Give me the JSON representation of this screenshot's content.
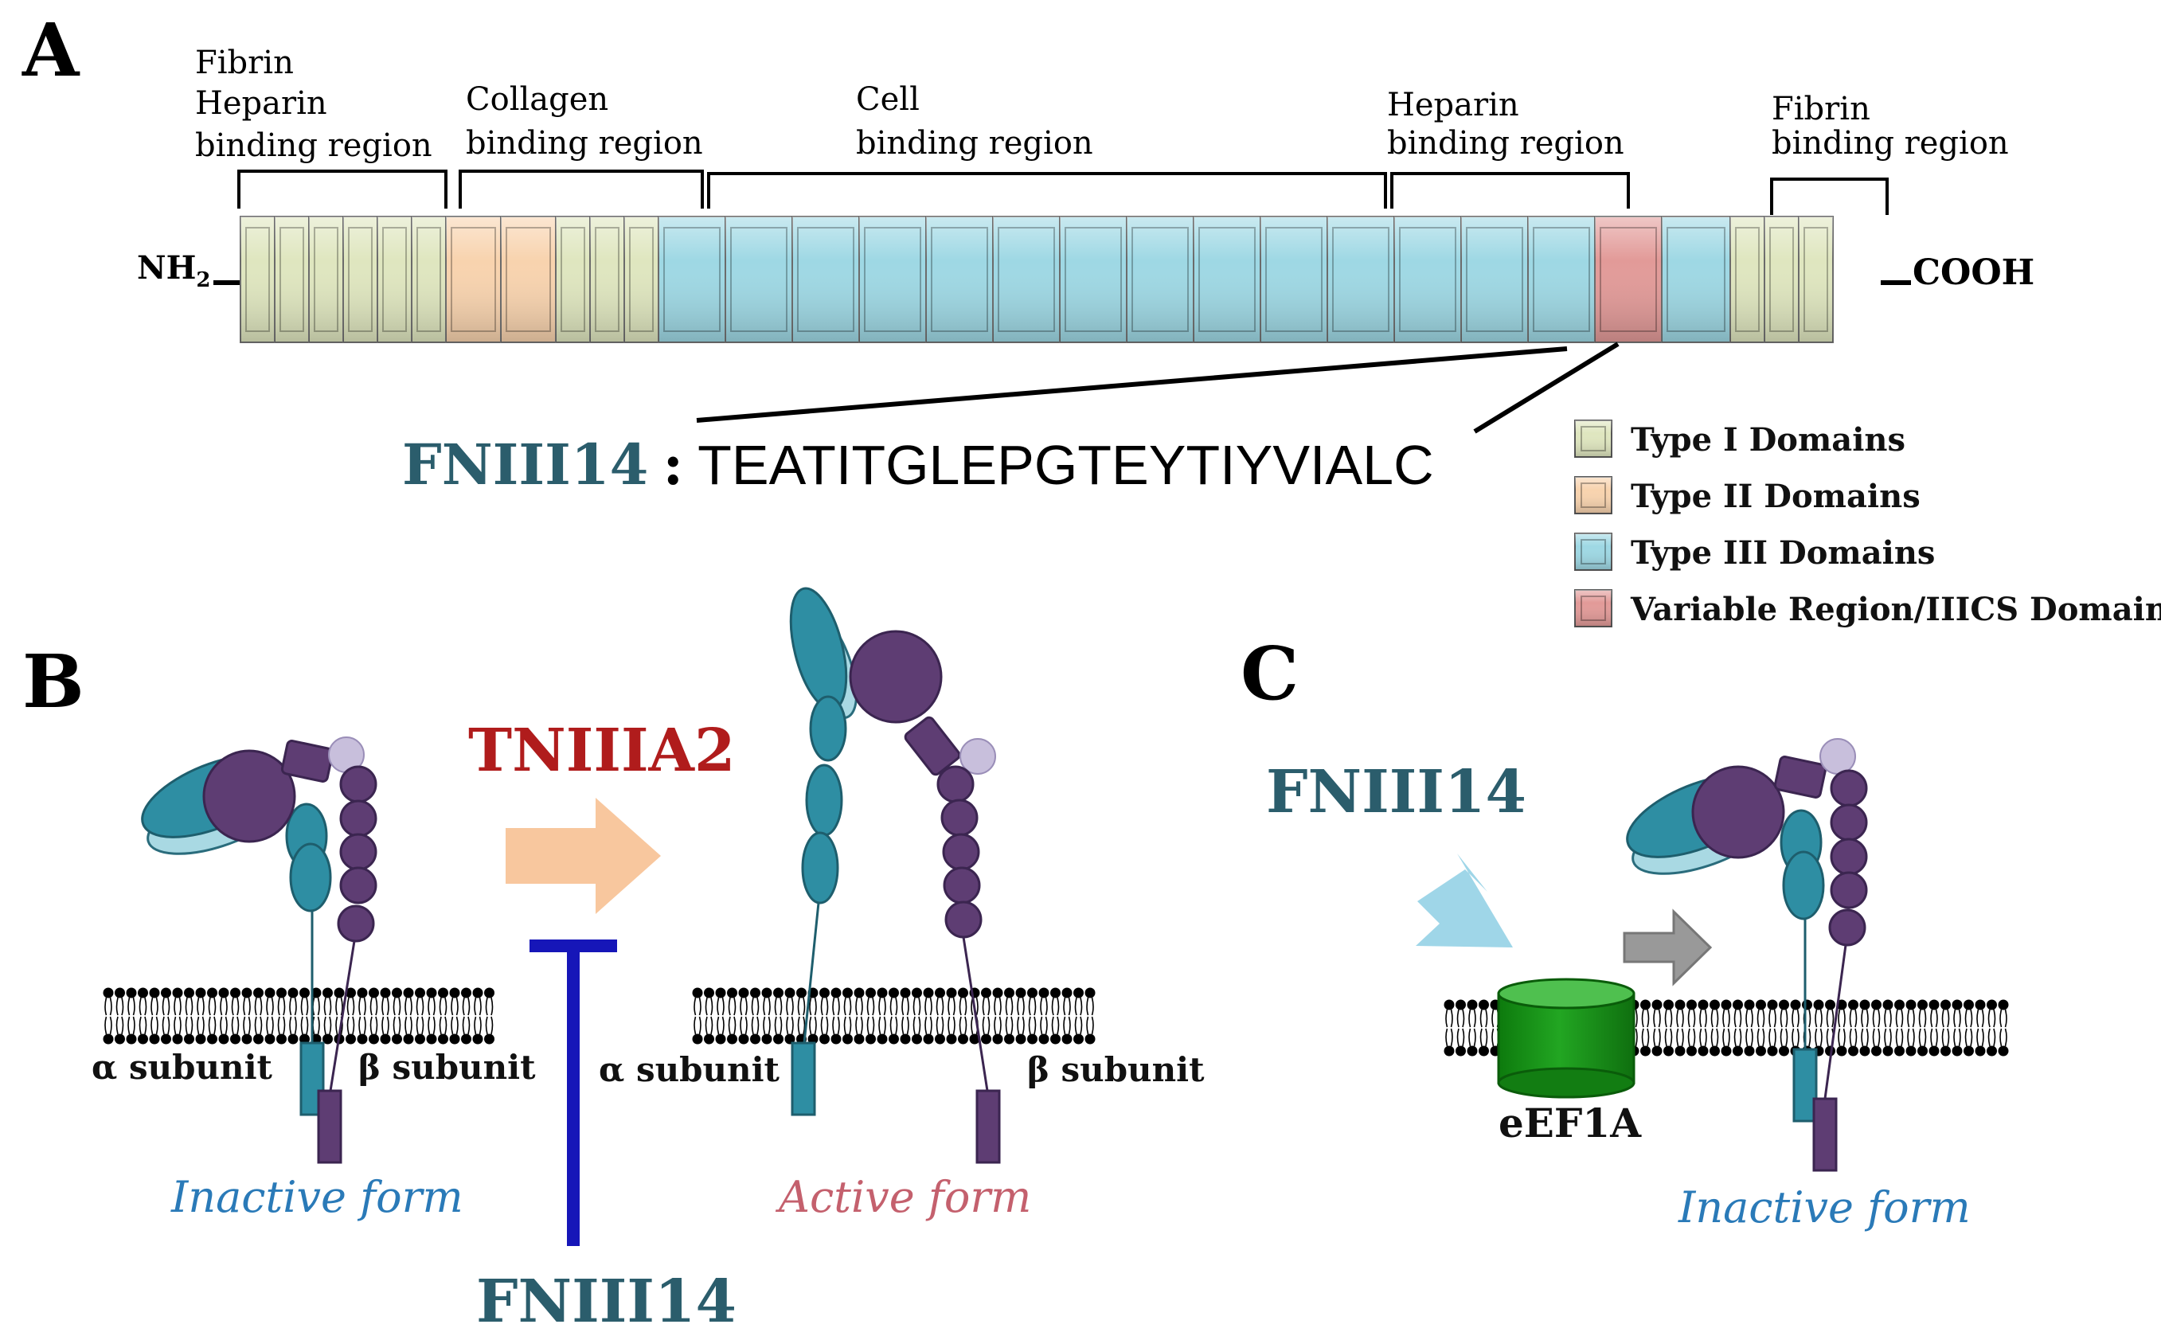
{
  "panels": {
    "a": "A",
    "b": "B",
    "c": "C"
  },
  "colors": {
    "type1": "#dfe6bf",
    "type2": "#f8d3ae",
    "type3": "#9ed8e4",
    "variable": "#e29a98",
    "teal_text": "#2b5d6c",
    "red_text": "#b01c1c",
    "blue_text": "#2a7ab8",
    "pink_text": "#c4606d",
    "inhibit": "#1616b8",
    "alpha": "#2e8ea3",
    "beta": "#5e3d73",
    "egf_green": "#1f9a1f"
  },
  "panel_a": {
    "terminus_n": "NH",
    "terminus_n_sub": "2",
    "terminus_c": "COOH",
    "regions": [
      {
        "lines": [
          "Fibrin",
          "Heparin",
          "binding region"
        ]
      },
      {
        "lines": [
          "Collagen",
          "binding region"
        ]
      },
      {
        "lines": [
          "Cell",
          "binding region"
        ]
      },
      {
        "lines": [
          "Heparin",
          "binding region"
        ]
      },
      {
        "lines": [
          "Fibrin",
          "binding region"
        ]
      }
    ],
    "peptide_name": "FNIII14",
    "peptide_colon": ":",
    "peptide_sequence": "TEATITGLEPGTEYTIYVIALC",
    "legend": [
      {
        "label": "Type I Domains",
        "color": "#dfe6bf"
      },
      {
        "label": "Type II Domains",
        "color": "#f8d3ae"
      },
      {
        "label": "Type III Domains",
        "color": "#9ed8e4"
      },
      {
        "label": "Variable Region/IIICS Domain",
        "color": "#e29a98"
      }
    ]
  },
  "panel_b": {
    "activator": "TNIIIA2",
    "inhibitor": "FNIII14",
    "inactive_alpha": "α subunit",
    "inactive_beta": "β subunit",
    "active_alpha": "α subunit",
    "active_beta": "β subunit",
    "inactive_caption": "Inactive form",
    "active_caption": "Active form"
  },
  "panel_c": {
    "peptide": "FNIII14",
    "receptor": "eEF1A",
    "caption": "Inactive form"
  }
}
